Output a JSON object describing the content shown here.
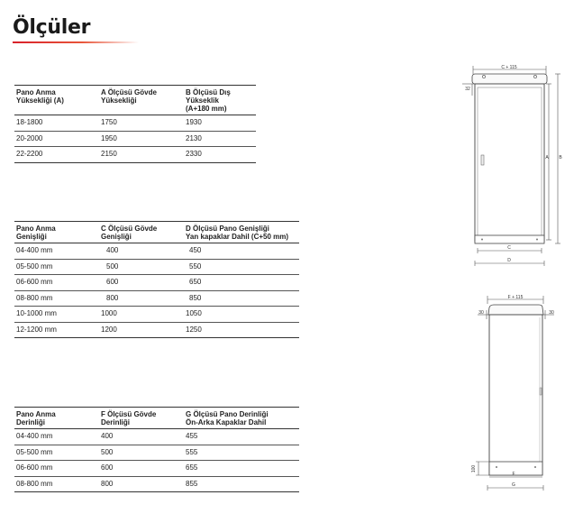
{
  "page": {
    "title": "Ölçüler"
  },
  "height_table": {
    "headers": [
      "Pano Anma\nYüksekliği (A)",
      "A Ölçüsü Gövde\nYüksekliği",
      "B Ölçüsü Dış Yükseklik\n(A+180 mm)"
    ],
    "rows": [
      [
        "18-1800",
        "1750",
        "1930"
      ],
      [
        "20-2000",
        "1950",
        "2130"
      ],
      [
        "22-2200",
        "2150",
        "2330"
      ]
    ]
  },
  "width_table": {
    "headers": [
      "Pano Anma\nGenişliği",
      "C Ölçüsü Gövde\nGenişliği",
      "D Ölçüsü Pano Genişliği\nYan kapaklar Dahil (C+50 mm)"
    ],
    "rows": [
      [
        "04-400 mm",
        "400",
        "450"
      ],
      [
        "05-500 mm",
        "500",
        "550"
      ],
      [
        "06-600 mm",
        "600",
        "650"
      ],
      [
        "08-800 mm",
        "800",
        "850"
      ],
      [
        "10-1000 mm",
        "1000",
        "1050"
      ],
      [
        "12-1200 mm",
        "1200",
        "1250"
      ]
    ]
  },
  "depth_table": {
    "headers": [
      "Pano Anma\nDerinliği",
      "F Ölçüsü Gövde\nDerinliği",
      "G Ölçüsü Pano Derinliği\nÖn-Arka Kapaklar Dahil"
    ],
    "rows": [
      [
        "04-400 mm",
        "400",
        "455"
      ],
      [
        "05-500 mm",
        "500",
        "555"
      ],
      [
        "06-600 mm",
        "600",
        "655"
      ],
      [
        "08-800 mm",
        "800",
        "855"
      ]
    ]
  },
  "front_diagram": {
    "top_label": "C + 115",
    "side_label": "32",
    "a_label": "A",
    "b_label": "B",
    "c_label": "C",
    "d_label": "D"
  },
  "side_diagram": {
    "top_label": "F + 115",
    "left_label": "30",
    "right_label": "30",
    "bottom_label": "100",
    "f_label": "F",
    "g_label": "G"
  }
}
